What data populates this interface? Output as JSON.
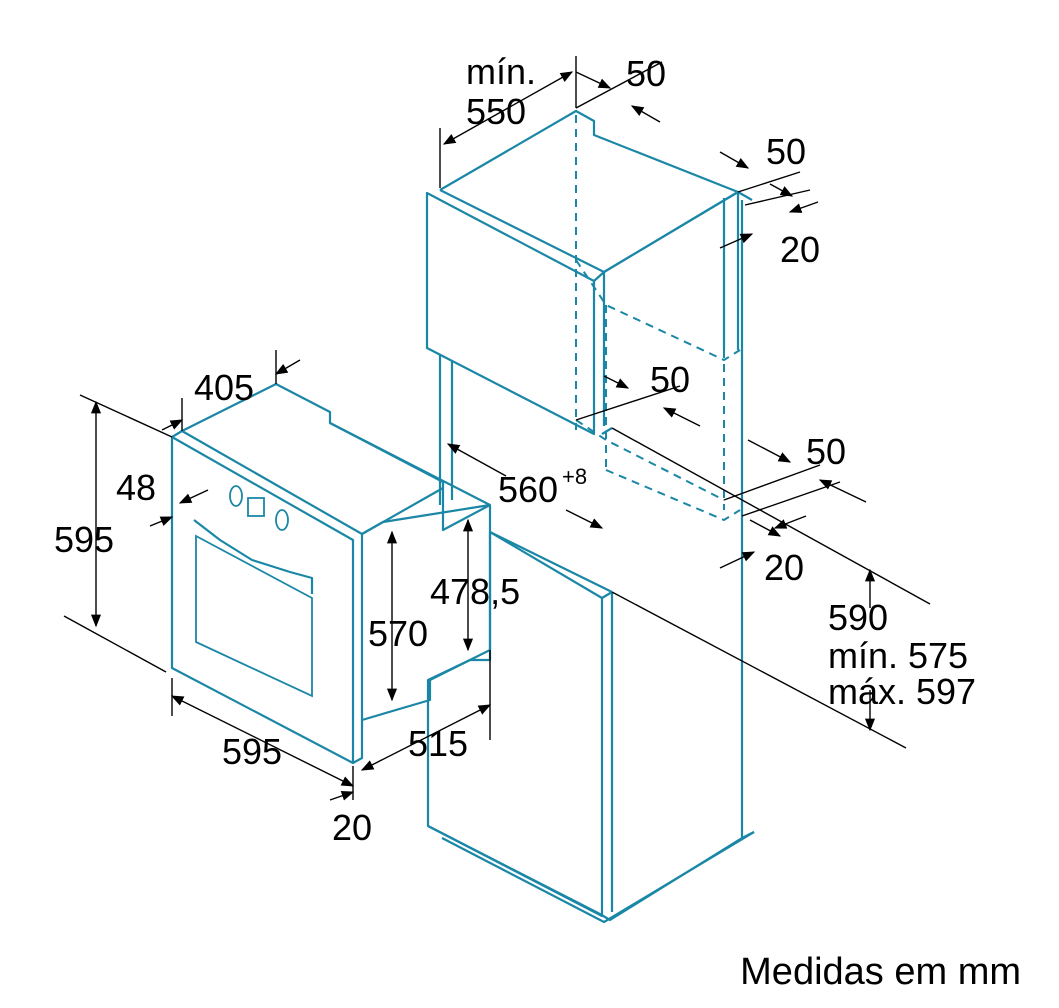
{
  "diagram": {
    "caption": "Medidas em mm",
    "oven": {
      "height": "595",
      "width": "595",
      "depth_top": "405",
      "panel_offset": "48",
      "body_height": "570",
      "rear_height": "478,5",
      "body_depth": "515",
      "front_thickness": "20"
    },
    "cabinet": {
      "min_depth_label": "mín.",
      "min_depth": "550",
      "top_gap": "50",
      "right_gap_top": "50",
      "right_gap_top_small": "20",
      "middle_gap": "50",
      "opening_width": "560",
      "opening_tolerance": "+8",
      "bottom_gap": "50",
      "bottom_gap_small": "20",
      "niche_height": "590",
      "niche_min": "mín. 575",
      "niche_max": "máx. 597"
    },
    "colors": {
      "outline": "#1b87a6",
      "dimension": "#000000"
    }
  }
}
